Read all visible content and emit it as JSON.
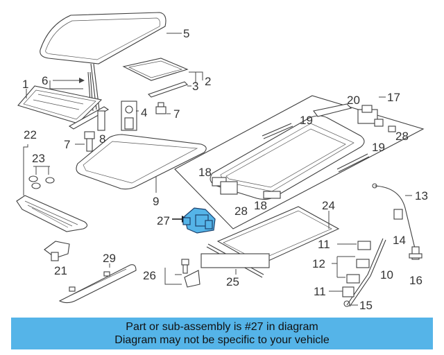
{
  "diagram": {
    "highlight_color": "#55b4e8",
    "highlighted_part": "27",
    "callouts": {
      "c1": "1",
      "c2": "2",
      "c3": "3",
      "c4": "4",
      "c5": "5",
      "c6": "6",
      "c7a": "7",
      "c7b": "7",
      "c8": "8",
      "c9": "9",
      "c10": "10",
      "c11a": "11",
      "c11b": "11",
      "c12": "12",
      "c13": "13",
      "c14": "14",
      "c15": "15",
      "c16": "16",
      "c17": "17",
      "c18a": "18",
      "c18b": "18",
      "c19a": "19",
      "c19b": "19",
      "c20": "20",
      "c21": "21",
      "c22": "22",
      "c23": "23",
      "c24": "24",
      "c25": "25",
      "c26": "26",
      "c27": "27",
      "c28a": "28",
      "c28b": "28",
      "c29": "29"
    }
  },
  "banner": {
    "line1": "Part or sub-assembly is #27 in diagram",
    "line2": "Diagram may not be specific to your vehicle"
  }
}
